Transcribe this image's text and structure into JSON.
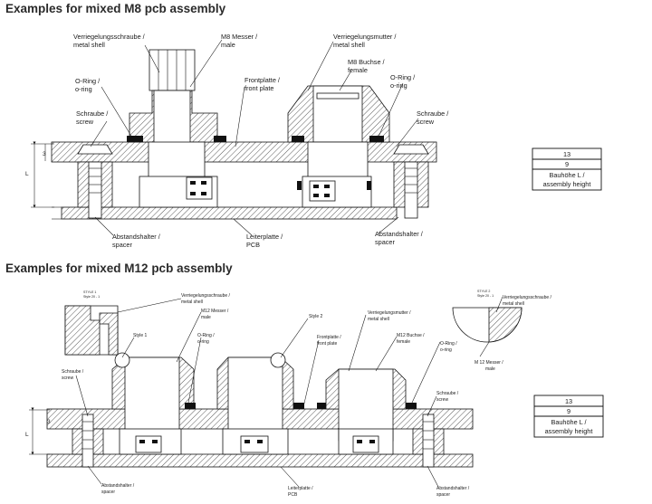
{
  "headings": {
    "m8": "Examples for mixed M8 pcb assembly",
    "m12": "Examples for mixed M12 pcb assembly"
  },
  "m8": {
    "labels": {
      "shell_de": "Verriegelungsschraube /",
      "shell_en": "metal shell",
      "male_de": "M8 Messer /",
      "male_en": "male",
      "nut_de": "Verriegelungsmutter /",
      "nut_en": "metal shell",
      "female_de": "M8 Buchse /",
      "female_en": "female",
      "oring_l_de": "O-Ring /",
      "oring_l_en": "o-ring",
      "oring_r_de": "O-Ring /",
      "oring_r_en": "o-ring",
      "front_de": "Frontplatte /",
      "front_en": "front plate",
      "screw_l_de": "Schraube /",
      "screw_l_en": "screw",
      "screw_r_de": "Schraube /",
      "screw_r_en": "screw",
      "spacer_l_de": "Abstandshalter /",
      "spacer_l_en": "spacer",
      "pcb_de": "Leiterplatte /",
      "pcb_en": "PCB",
      "spacer_r_de": "Abstandshalter /",
      "spacer_r_en": "spacer",
      "dim_3": "3",
      "dim_L": "L"
    },
    "table": {
      "top": "13",
      "mid": "9",
      "label_1": "Bauhöhe L /",
      "label_2": "assembly height"
    }
  },
  "m12": {
    "labels": {
      "shell_de": "Verriegelungsschraube /",
      "shell_en": "metal shell",
      "male_de": "M12 Messer /",
      "male_en": "male",
      "style1": "Style 1",
      "style2": "Style 2",
      "oring_l_de": "O-Ring /",
      "oring_l_en": "o-ring",
      "front_de": "Frontplatte /",
      "front_en": "front plate",
      "nut_de": "Verriegelungsmutter /",
      "nut_en": "metal shell",
      "female_de": "M12 Buchse /",
      "female_en": "female",
      "oring_r_de": "O-Ring /",
      "oring_r_en": "o-ring",
      "screw_l_de": "Schraube /",
      "screw_l_en": "screw",
      "screw_r_de": "Schraube /",
      "screw_r_en": "screw",
      "spacer_l_de": "Abstandshalter /",
      "spacer_l_en": "spacer",
      "pcb_de": "Leiterplatte /",
      "pcb_en": "PCB",
      "spacer_r_de": "Abstandshalter /",
      "spacer_r_en": "spacer",
      "dim_3": "3",
      "dim_L": "L",
      "style1_small_1": "STYLE 1",
      "style1_small_2": "Style 20 - 1",
      "style2_small_1": "STYLE 2",
      "style2_small_2": "Style 20 - 1",
      "detail_shell_de": "Verriegelungsschraube /",
      "detail_shell_en": "metal shell",
      "detail_male_de": "M 12 Messer /",
      "detail_male_en": "male"
    },
    "table": {
      "top": "13",
      "mid": "9",
      "label_1": "Bauhöhe L /",
      "label_2": "assembly height"
    }
  }
}
